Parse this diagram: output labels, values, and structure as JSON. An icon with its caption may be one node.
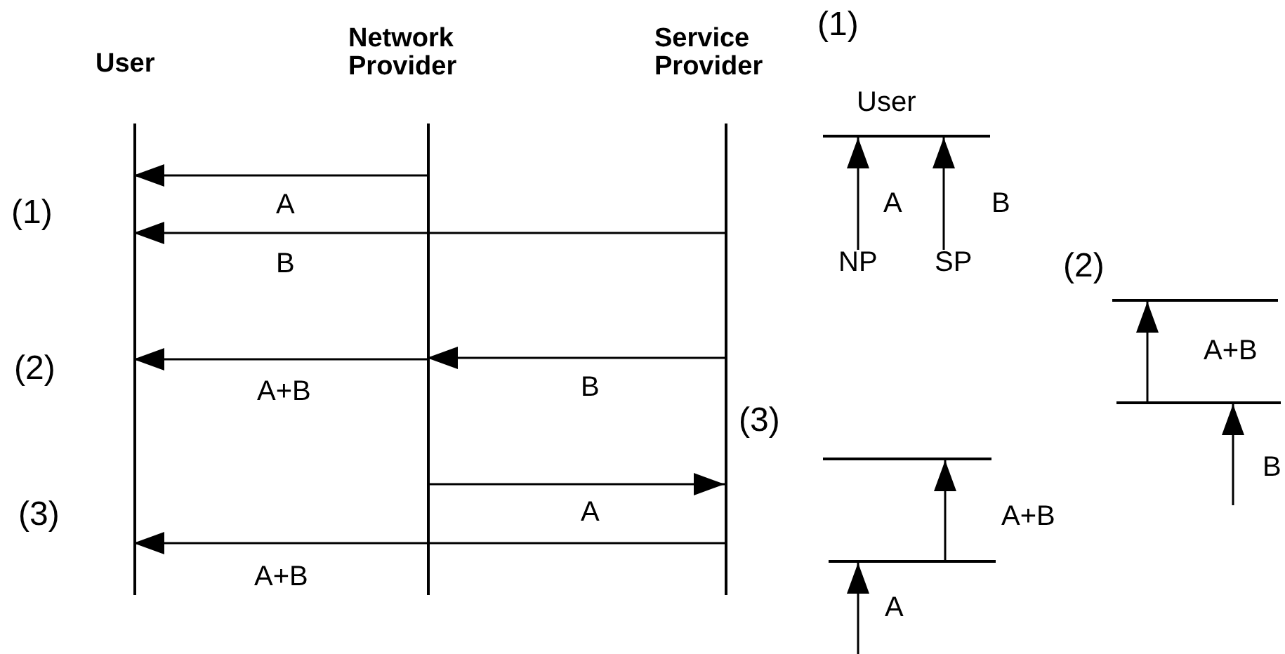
{
  "diagram": {
    "nodes": [
      {
        "text": [
          "User"
        ]
      },
      {
        "text": [
          "Network Provider"
        ]
      },
      {
        "text": [
          "Service Provider"
        ]
      },
      {
        "text": [
          "User"
        ]
      },
      {
        "text": [
          "NP"
        ]
      },
      {
        "text": [
          "SP"
        ]
      },
      {
        "text": [],
        "shape": "bar"
      },
      {
        "text": [],
        "shape": "bar"
      },
      {
        "text": [],
        "shape": "bar"
      },
      {
        "text": [],
        "shape": "bar"
      }
    ],
    "edges": [
      {
        "from": 1,
        "to": 0,
        "arrow": "to",
        "label": "A"
      },
      {
        "from": 2,
        "to": 0,
        "arrow": "to",
        "label": "B"
      },
      {
        "from": 1,
        "to": 0,
        "arrow": "to",
        "label": "A+B"
      },
      {
        "from": 2,
        "to": 1,
        "arrow": "to",
        "label": "B"
      },
      {
        "from": 1,
        "to": 2,
        "arrow": "to",
        "label": "A"
      },
      {
        "from": 2,
        "to": 0,
        "arrow": "to",
        "label": "A+B"
      },
      {
        "from": 4,
        "to": 3,
        "arrow": "to",
        "label": "A"
      },
      {
        "from": 5,
        "to": 3,
        "arrow": "to",
        "label": "B"
      },
      {
        "from": 7,
        "to": 6,
        "arrow": "to",
        "label": "A+B"
      },
      {
        "from": null,
        "to": 7,
        "arrow": "to",
        "label": "B"
      },
      {
        "from": 9,
        "to": 8,
        "arrow": "to",
        "label": "A+B"
      },
      {
        "from": null,
        "to": 9,
        "arrow": "to",
        "label": "A"
      }
    ],
    "labels": [
      "(1)",
      "(1)",
      "(2)",
      "(2)",
      "(3)",
      "(3)"
    ]
  }
}
